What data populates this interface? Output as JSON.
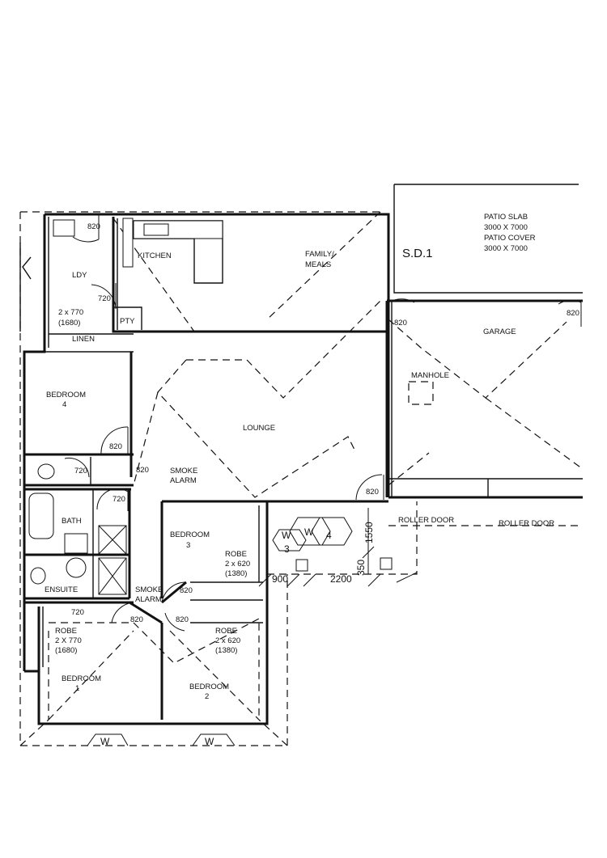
{
  "labels": {
    "patio": [
      "PATIO SLAB",
      "3000 X 7000",
      "PATIO COVER",
      "3000 X 7000"
    ],
    "sd1": "S.D.1",
    "kitchen": "KITCHEN",
    "family": [
      "FAMILY/",
      "MEALS"
    ],
    "ldy": "LDY",
    "ldy_robe": [
      "2 x 770",
      "(1680)"
    ],
    "pty": "PTY",
    "linen": "LINEN",
    "garage": "GARAGE",
    "manhole": "MANHOLE",
    "bedroom4": [
      "BEDROOM",
      "4"
    ],
    "lounge": "LOUNGE",
    "smoke_alarm_1": [
      "SMOKE",
      "ALARM"
    ],
    "bath": "BATH",
    "bedroom3": [
      "BEDROOM",
      "3"
    ],
    "robe3": [
      "ROBE",
      "2 x 620",
      "(1380)"
    ],
    "ensuite": "ENSUITE",
    "smoke_alarm_2": [
      "SMOKE",
      "ALARM"
    ],
    "robe1": [
      "ROBE",
      "2 X 770",
      "(1680)"
    ],
    "bedroom1": [
      "BEDROOM",
      "1"
    ],
    "robe2": [
      "ROBE",
      "2 x 620",
      "(1380)"
    ],
    "bedroom2": [
      "BEDROOM",
      "2"
    ],
    "roller_door_1": "ROLLER DOOR",
    "roller_door_2": "ROLLER DOOR"
  },
  "doors": {
    "ldy_820": "820",
    "ldy_720": "720",
    "garage_820_left": "820",
    "garage_820_right": "820",
    "bed4_820": "820",
    "wc_720": "720",
    "hall_820": "820",
    "bath_720": "720",
    "garage_820_bottom": "820",
    "bed3_820": "820",
    "ens_720": "720",
    "bed1_820": "820",
    "bed2_820": "820"
  },
  "dimensions": {
    "d900": "900",
    "d2200": "2200",
    "d350": "350",
    "d1550": "1550"
  },
  "windows": {
    "w_marker_a": "W",
    "w_marker_b": "W",
    "w_marker_c": "W",
    "w_num_4": "4",
    "w_num_3": "3"
  }
}
